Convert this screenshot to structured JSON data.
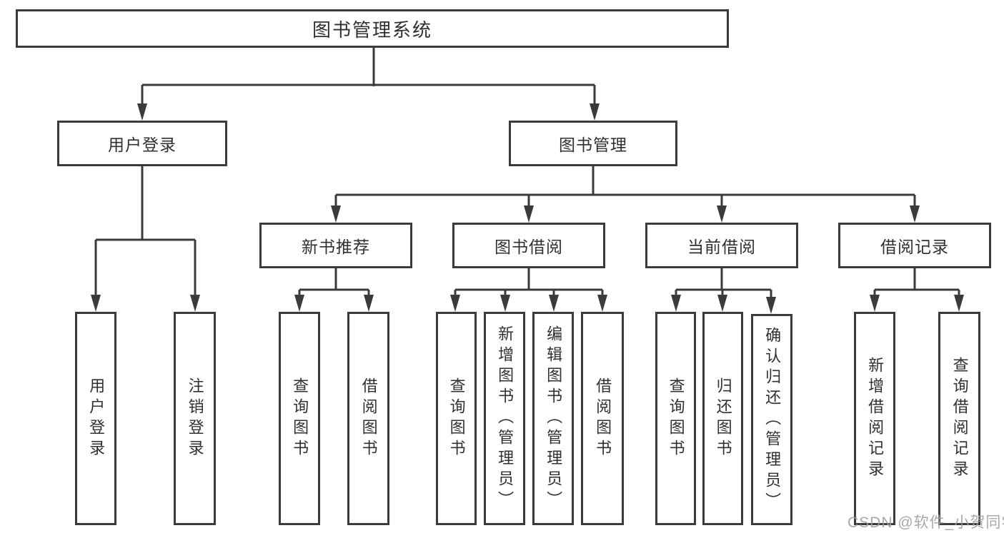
{
  "diagram": {
    "type": "hierarchy-tree",
    "title": "图书管理系统",
    "watermark": "CSDN @软件_小贺同学",
    "colors": {
      "background": "#ffffff",
      "line": "#3b3b3b",
      "text": "#303030",
      "watermark": "#9e9e9e"
    },
    "hierarchy": {
      "图书管理系统": {
        "用户登录": [
          "用户登录",
          "注销登录"
        ],
        "图书管理": {
          "新书推荐": [
            "查询图书",
            "借阅图书"
          ],
          "图书借阅": [
            "查询图书",
            "新增图书（管理员）",
            "编辑图书（管理员）",
            "借阅图书"
          ],
          "当前借阅": [
            "查询图书",
            "归还图书",
            "确认归还（管理员）"
          ],
          "借阅记录": [
            "新增借阅记录",
            "查询借阅记录"
          ]
        }
      }
    }
  },
  "nodes": {
    "root": {
      "label": "图书管理系统"
    },
    "user_login": {
      "label": "用户登录"
    },
    "book_mgmt": {
      "label": "图书管理"
    },
    "new_book_rec": {
      "label": "新书推荐"
    },
    "book_borrow": {
      "label": "图书借阅"
    },
    "current_borrow": {
      "label": "当前借阅"
    },
    "borrow_records": {
      "label": "借阅记录"
    },
    "leaf_user_login": {
      "label": "用户登录"
    },
    "leaf_logout": {
      "label": "注销登录"
    },
    "leaf_query_book_1": {
      "label": "查询图书"
    },
    "leaf_borrow_book_1": {
      "label": "借阅图书"
    },
    "leaf_query_book_2": {
      "label": "查询图书"
    },
    "leaf_add_book": {
      "label": "新增图书（管理员）"
    },
    "leaf_edit_book": {
      "label": "编辑图书（管理员）"
    },
    "leaf_borrow_book_2": {
      "label": "借阅图书"
    },
    "leaf_query_book_3": {
      "label": "查询图书"
    },
    "leaf_return_book": {
      "label": "归还图书"
    },
    "leaf_confirm_return": {
      "label": "确认归还（管理员）"
    },
    "leaf_add_borrow_record": {
      "label": "新增借阅记录"
    },
    "leaf_query_borrow_record": {
      "label": "查询借阅记录"
    }
  }
}
